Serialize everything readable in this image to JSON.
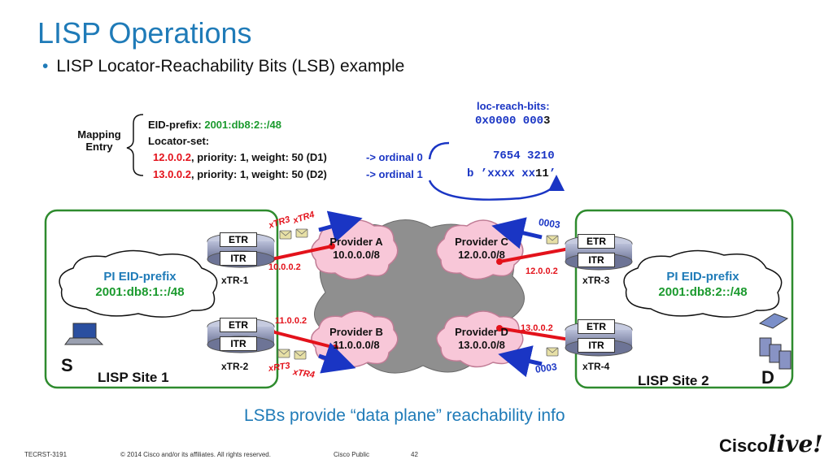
{
  "slide": {
    "title": "LISP Operations",
    "bullet": "LISP Locator-Reachability Bits (LSB) example",
    "caption": "LSBs provide “data plane” reachability info"
  },
  "mapping": {
    "label_line1": "Mapping",
    "label_line2": "Entry",
    "eid_prefix_label": "EID-prefix: ",
    "eid_prefix_value": "2001:db8:2::/48",
    "locator_set_label": "Locator-set:",
    "locator1_ip": "12.0.0.2",
    "locator1_rest": ", priority: 1, weight: 50 (D1)",
    "locator1_ordinal": "-> ordinal 0",
    "locator2_ip": "13.0.0.2",
    "locator2_rest": ", priority: 1, weight: 50 (D2)",
    "locator2_ordinal": "-> ordinal 1"
  },
  "loc_reach": {
    "label": "loc-reach-bits:",
    "hex_prefix": "0x0000 000",
    "hex_last": "3",
    "bit_positions": "7654 3210",
    "binary_prefix": "b ’xxxx xx",
    "binary_bits": "11",
    "binary_suffix": "’"
  },
  "routers": {
    "etr_label": "ETR",
    "itr_label": "ITR",
    "xtr1": "xTR-1",
    "xtr2": "xTR-2",
    "xtr3": "xTR-3",
    "xtr4": "xTR-4"
  },
  "providers": [
    {
      "name": "Provider A",
      "prefix": "10.0.0.0/8"
    },
    {
      "name": "Provider B",
      "prefix": "11.0.0.0/8"
    },
    {
      "name": "Provider C",
      "prefix": "12.0.0.0/8"
    },
    {
      "name": "Provider D",
      "prefix": "13.0.0.0/8"
    }
  ],
  "addresses": {
    "xtr1": "10.0.0.2",
    "xtr2": "11.0.0.2",
    "xtr3": "12.0.0.2",
    "xtr4": "13.0.0.2"
  },
  "annotations": {
    "top_left_a": "xTR3",
    "top_left_b": "xTR4",
    "bottom_left_a": "xRT3",
    "bottom_left_b": "xTR4",
    "top_right_bits": "0003",
    "bottom_right_bits": "0003"
  },
  "site1": {
    "eid_label": "PI EID-prefix",
    "eid_value": "2001:db8:1::/48",
    "name": "LISP Site 1",
    "host": "S"
  },
  "site2": {
    "eid_label": "PI EID-prefix",
    "eid_value": "2001:db8:2::/48",
    "name": "LISP Site 2",
    "host": "D"
  },
  "footer": {
    "code": "TECRST-3191",
    "copyright": "© 2014 Cisco and/or its affiliates. All rights reserved.",
    "classification": "Cisco Public",
    "page": "42",
    "logo_text": "Cisco",
    "logo_live": "live!"
  },
  "colors": {
    "accent": "#1f7bb8",
    "locator_red": "#e3121b",
    "prefix_green": "#1b9a2e",
    "reach_blue": "#1a35c4",
    "site_border": "#2e8b2e"
  }
}
